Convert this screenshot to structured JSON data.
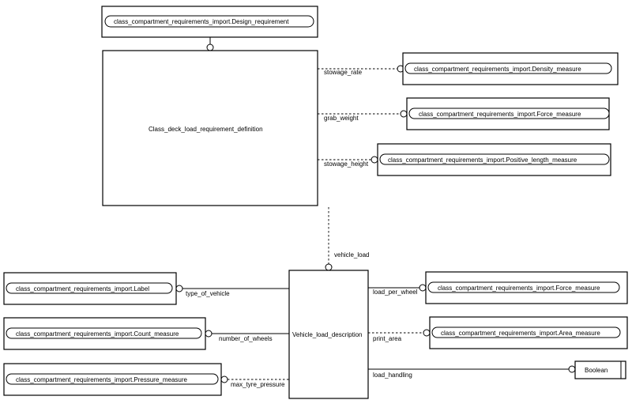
{
  "entities": {
    "design_requirement": "class_compartment_requirements_import.Design_requirement",
    "deck_load_definition": "Class_deck_load_requirement_definition",
    "density_measure": "class_compartment_requirements_import.Density_measure",
    "force_measure_top": "class_compartment_requirements_import.Force_measure",
    "positive_length_measure": "class_compartment_requirements_import.Positive_length_measure",
    "label": "class_compartment_requirements_import.Label",
    "count_measure": "class_compartment_requirements_import.Count_measure",
    "pressure_measure": "class_compartment_requirements_import.Pressure_measure",
    "vehicle_load_description": "Vehicle_load_description",
    "force_measure_right": "class_compartment_requirements_import.Force_measure",
    "area_measure": "class_compartment_requirements_import.Area_measure",
    "boolean": "Boolean"
  },
  "relations": {
    "stowage_rate": "stowage_rate",
    "grab_weight": "grab_weight",
    "stowage_height": "stowage_height",
    "vehicle_load": "vehicle_load",
    "type_of_vehicle": "type_of_vehicle",
    "number_of_wheels": "number_of_wheels",
    "max_tyre_pressure": "max_tyre_pressure",
    "load_per_wheel": "load_per_wheel",
    "print_area": "print_area",
    "load_handling": "load_handling"
  }
}
